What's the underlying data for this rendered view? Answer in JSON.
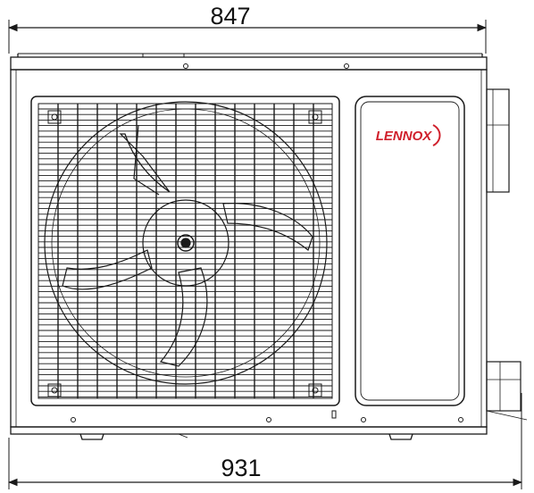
{
  "dimensions": {
    "top_width": "847",
    "bottom_width": "931"
  },
  "brand": {
    "logo_text": "LENNOX",
    "logo_color": "#d0202c"
  },
  "colors": {
    "line": "#1a1a1a",
    "background": "#ffffff"
  }
}
